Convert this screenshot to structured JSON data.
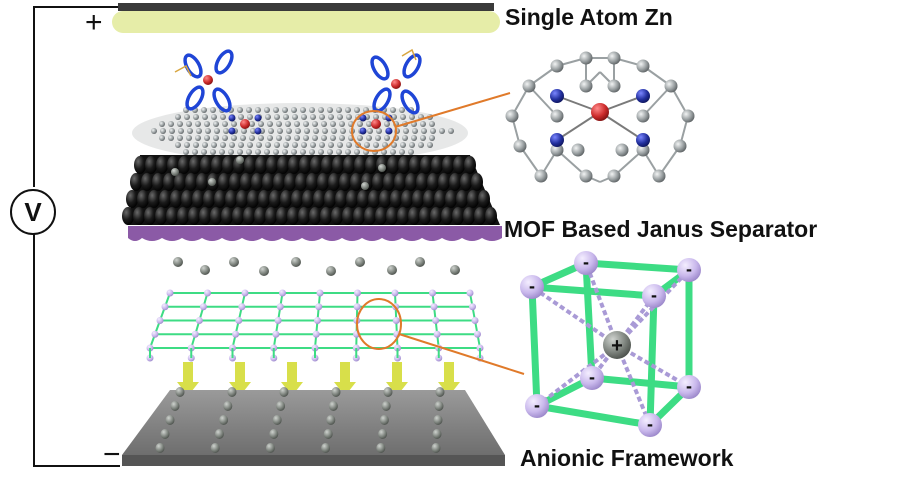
{
  "labels": {
    "single_atom_zn": "Single Atom Zn",
    "mof_separator": "MOF Based Janus Separator",
    "anionic_framework": "Anionic Framework"
  },
  "circuit": {
    "voltmeter": "V",
    "positive": "+",
    "negative": "−"
  },
  "framework": {
    "corner_charge": "-",
    "center_charge": "+"
  },
  "colors": {
    "cathode_coating": "#e6eda8",
    "carbon_fiber": "#1a1a1a",
    "separator_band": "#8b5aa6",
    "mof_frame": "#3ddc84",
    "node_lavender": "#c9b8ec",
    "zn_center": "#cc2b2b",
    "nitrogen": "#23309e",
    "carbon_atom": "#9aa0a2",
    "callout_orange": "#e07a2a",
    "arrow_yellow": "#d8df4a",
    "anode_plate": "#8a8a8a"
  }
}
